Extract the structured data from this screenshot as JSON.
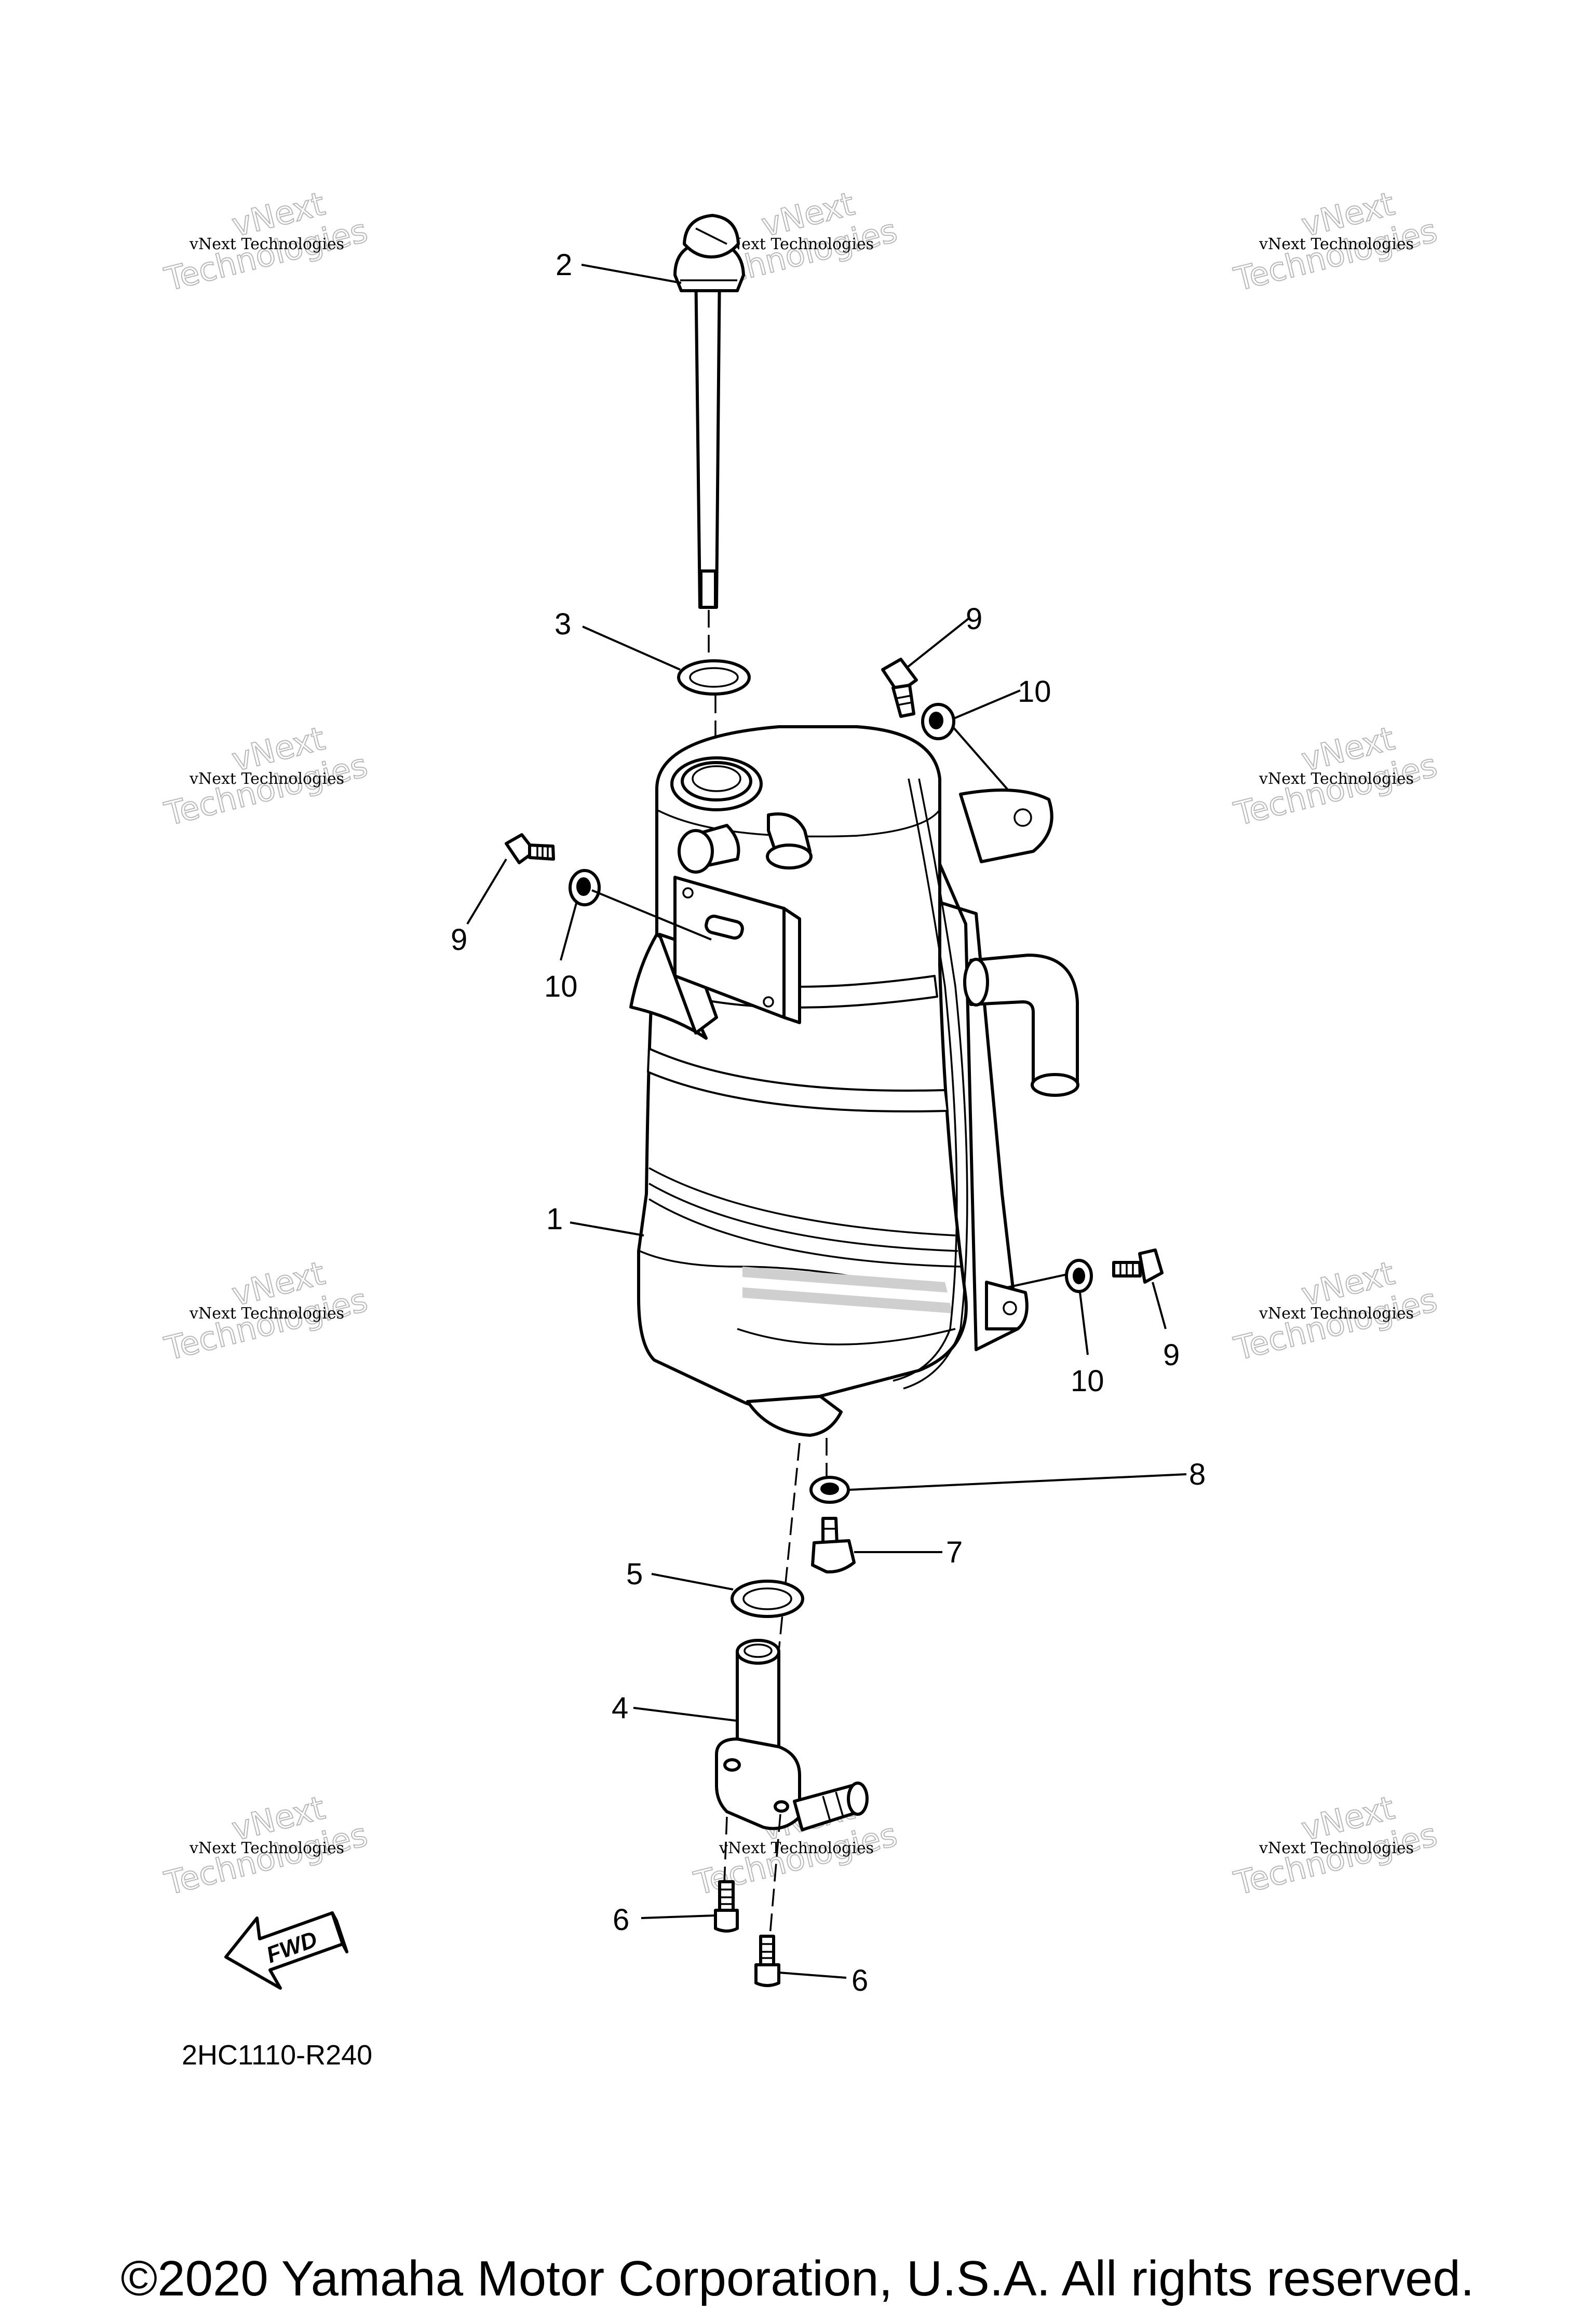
{
  "diagram": {
    "callouts": [
      "1",
      "2",
      "3",
      "4",
      "5",
      "6",
      "6",
      "7",
      "8",
      "9",
      "9",
      "9",
      "10",
      "10",
      "10"
    ],
    "fwd_label": "FWD",
    "drawing_code": "2HC1110-R240"
  },
  "watermark": {
    "line1": "vNext Technologies",
    "big1": "vNext",
    "big2": "Technologies"
  },
  "footer": {
    "copyright": "©2020 Yamaha Motor Corporation, U.S.A. All rights reserved."
  }
}
